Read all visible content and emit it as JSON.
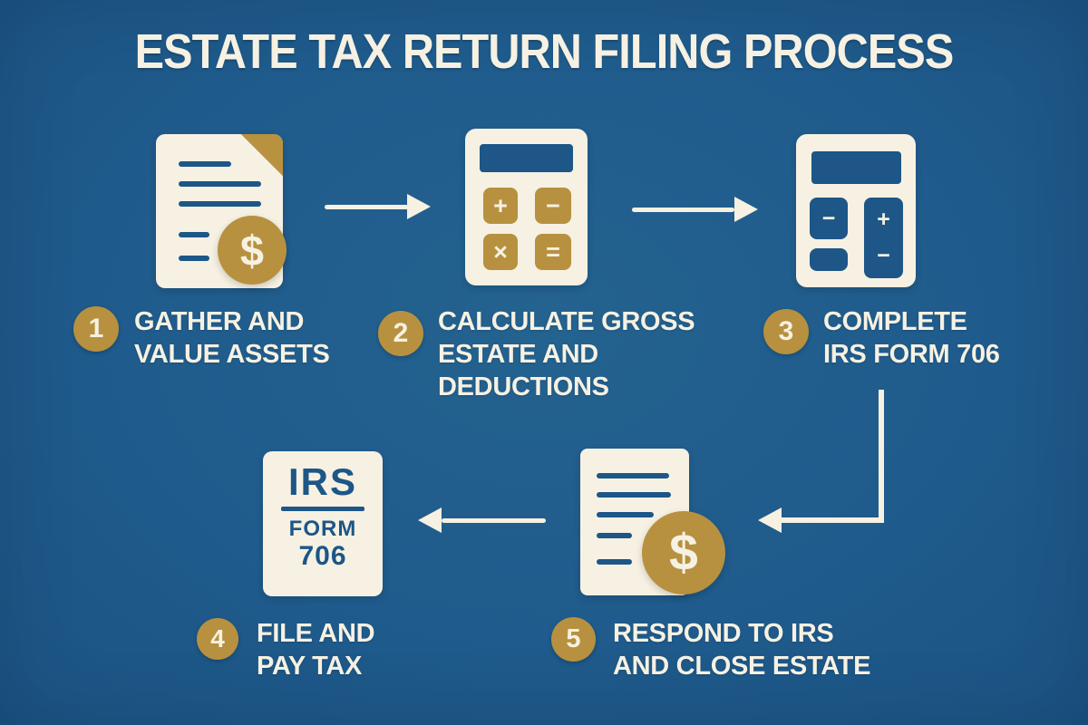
{
  "title": "ESTATE TAX RETURN FILING PROCESS",
  "colors": {
    "background": "#1f5b8c",
    "cream": "#f6f1e2",
    "gold": "#b7913f",
    "icon_blue": "#1d5687"
  },
  "steps": [
    {
      "number": "1",
      "lines": [
        "GATHER AND",
        "VALUE ASSETS"
      ],
      "icon": "document-with-dollar-badge"
    },
    {
      "number": "2",
      "lines": [
        "CALCULATE GROSS",
        "ESTATE AND",
        "DEDUCTIONS"
      ],
      "icon": "calculator-gold-buttons"
    },
    {
      "number": "3",
      "lines": [
        "COMPLETE",
        "IRS FORM 706"
      ],
      "icon": "calculator-blue-buttons"
    },
    {
      "number": "4",
      "lines": [
        "FILE AND",
        "PAY TAX"
      ],
      "icon": "irs-form-706-card"
    },
    {
      "number": "5",
      "lines": [
        "RESPOND TO IRS",
        "AND CLOSE ESTATE"
      ],
      "icon": "document-with-dollar-badge"
    }
  ],
  "icons": {
    "dollar_sign": "$",
    "calculator1_buttons": [
      "+",
      "−",
      "×",
      "="
    ],
    "calculator2_buttons": {
      "left": "−",
      "right_top": "+",
      "right_bottom": "−"
    },
    "irs_card": {
      "title": "IRS",
      "line2": "FORM",
      "line3": "706"
    }
  }
}
